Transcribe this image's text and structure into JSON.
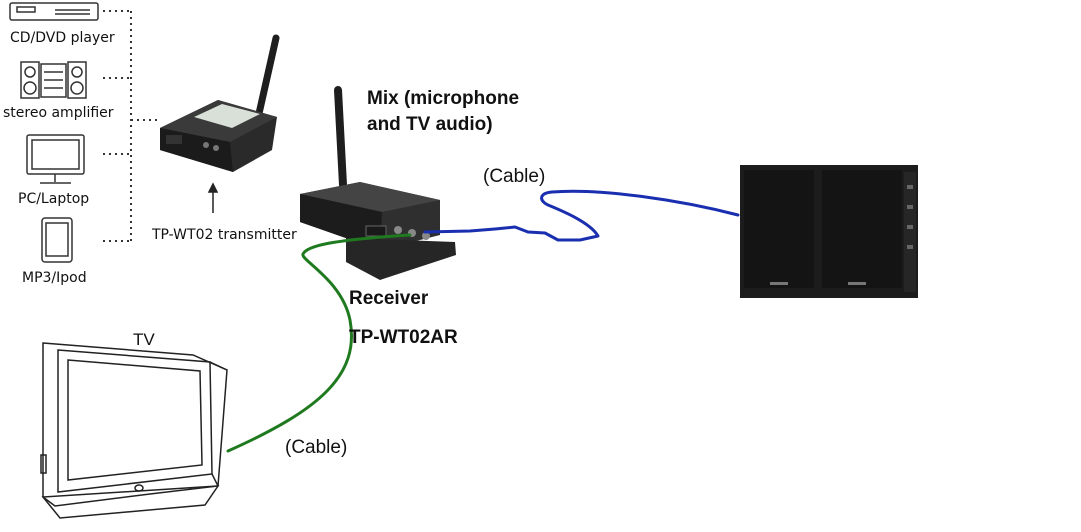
{
  "sources": [
    {
      "label": "CD/DVD player",
      "icon": "cd-dvd-player-icon"
    },
    {
      "label": "stereo amplifier",
      "icon": "stereo-amplifier-icon"
    },
    {
      "label": "PC/Laptop",
      "icon": "pc-laptop-icon"
    },
    {
      "label": "MP3/Ipod",
      "icon": "mp3-ipod-icon"
    }
  ],
  "transmitter": {
    "label": "TP-WT02 transmitter"
  },
  "receiver": {
    "title": "Receiver",
    "model": "TP-WT02AR"
  },
  "mix": {
    "line1": "Mix (microphone",
    "line2": "and TV audio)"
  },
  "tv": {
    "label": "TV"
  },
  "cables": {
    "speaker": "(Cable)",
    "tv": "(Cable)"
  },
  "colors": {
    "speaker_cable": "#1a2fb0",
    "tv_cable": "#1f7a1f",
    "device_dark": "#222222"
  }
}
